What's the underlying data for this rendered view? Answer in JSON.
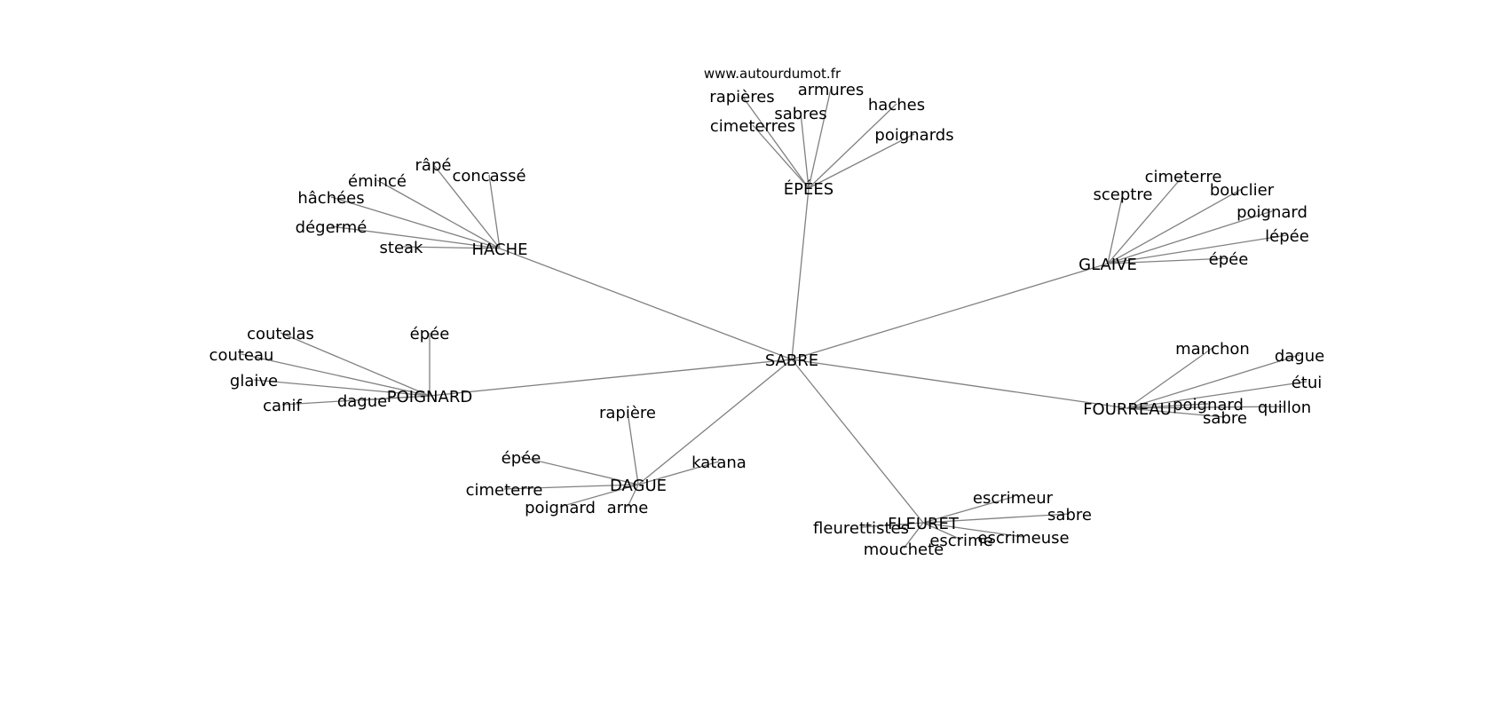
{
  "source": "www.autourdumot.fr",
  "center": "SABRE",
  "clusters": [
    {
      "hub": "ÉPÉES",
      "words": [
        "rapières",
        "armures",
        "sabres",
        "haches",
        "cimeterres",
        "poignards"
      ]
    },
    {
      "hub": "HACHE",
      "words": [
        "râpé",
        "émincé",
        "concassé",
        "hâchées",
        "dégermé",
        "steak"
      ]
    },
    {
      "hub": "GLAIVE",
      "words": [
        "cimeterre",
        "sceptre",
        "bouclier",
        "poignard",
        "lépée",
        "épée"
      ]
    },
    {
      "hub": "POIGNARD",
      "words": [
        "coutelas",
        "épée",
        "couteau",
        "glaive",
        "canif",
        "dague"
      ]
    },
    {
      "hub": "FOURREAU",
      "words": [
        "manchon",
        "dague",
        "étui",
        "poignard",
        "quillon",
        "sabre"
      ]
    },
    {
      "hub": "DAGUE",
      "words": [
        "rapière",
        "épée",
        "katana",
        "cimeterre",
        "poignard",
        "arme"
      ]
    },
    {
      "hub": "FLEURET",
      "words": [
        "escrimeur",
        "sabre",
        "fleurettistes",
        "escrimeuse",
        "escrime",
        "mouchete"
      ]
    }
  ]
}
